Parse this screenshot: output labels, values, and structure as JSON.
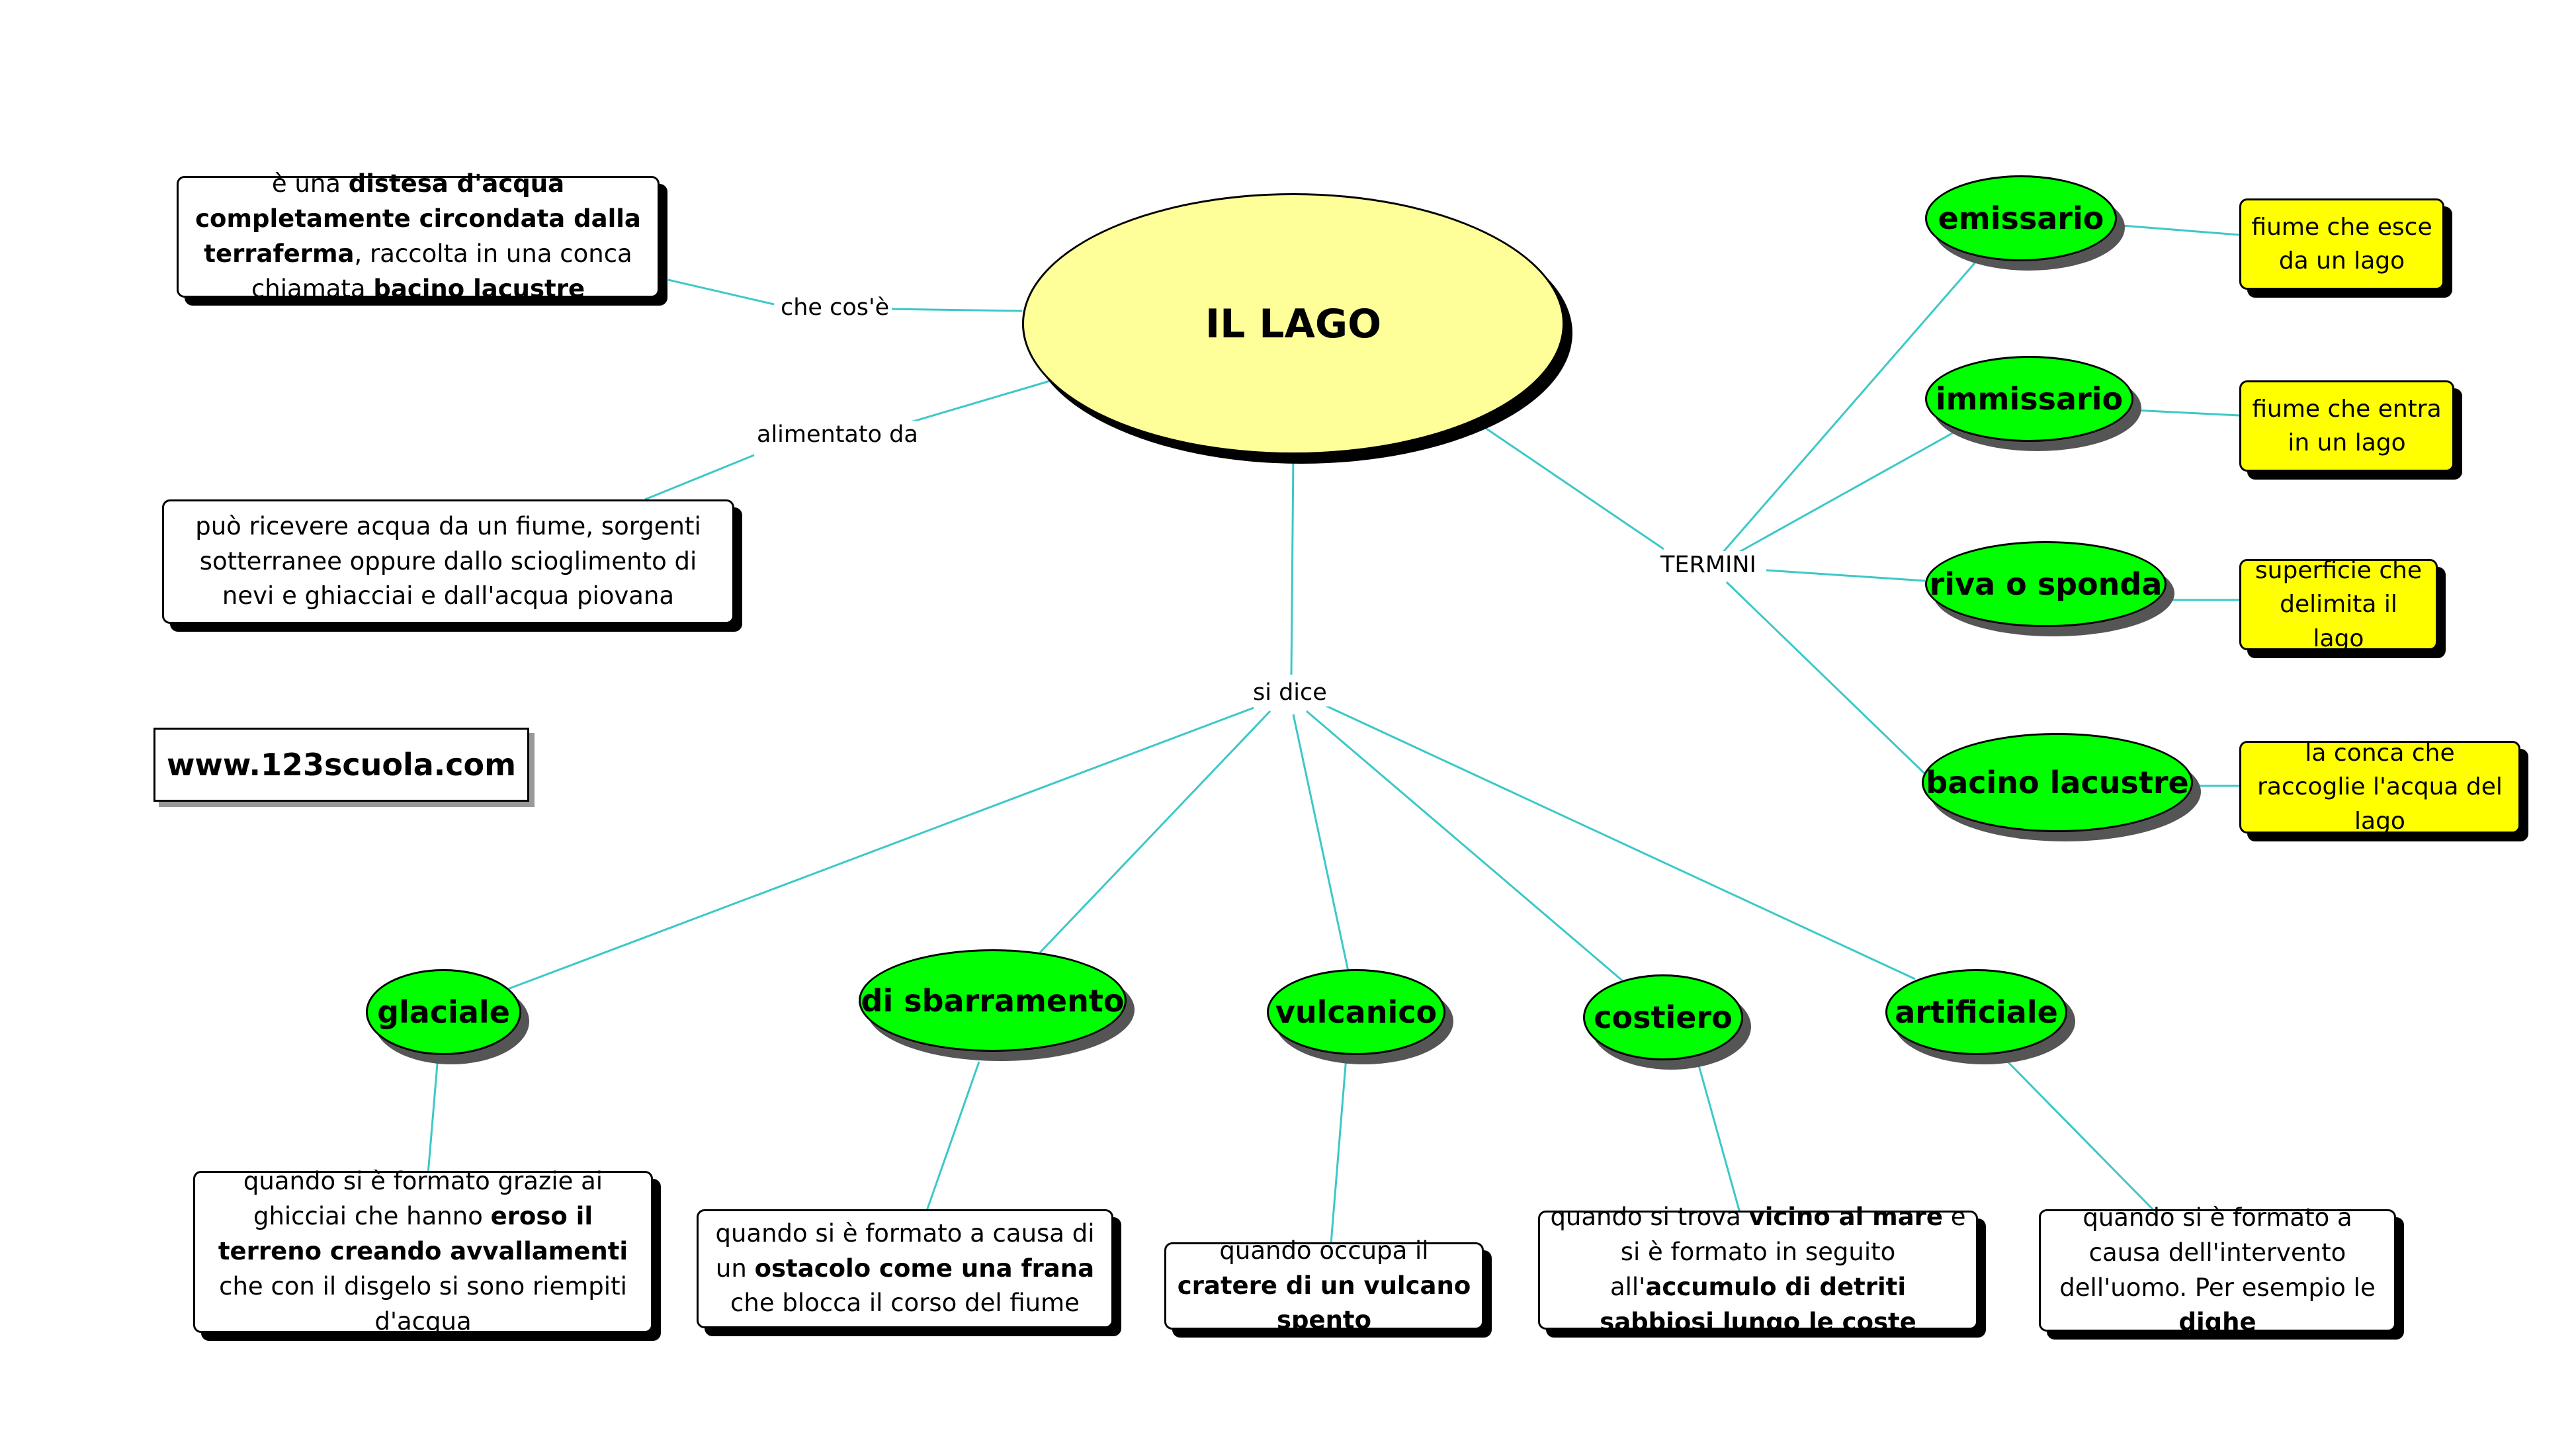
{
  "center": {
    "title": "IL LAGO"
  },
  "site": {
    "url": "www.123scuola.com"
  },
  "links": {
    "che_cose": "che cos'è",
    "alimentato": "alimentato  da",
    "si_dice": "si dice",
    "termini": "TERMINI"
  },
  "definition": {
    "t1": "è una ",
    "b1": "distesa d'acqua completamente circondata dalla terraferma",
    "t2": ", raccolta in una conca chiamata ",
    "b2": "bacino lacustre"
  },
  "feed": {
    "text": "può ricevere acqua da un fiume, sorgenti sotterranee oppure dallo scioglimento di nevi e ghiacciai e dall'acqua piovana"
  },
  "terms": [
    {
      "name": "emissario",
      "definition": "fiume che esce da un lago"
    },
    {
      "name": "immissario",
      "definition": "fiume che entra in un lago"
    },
    {
      "name": "riva o sponda",
      "definition": "superficie che delimita il lago"
    },
    {
      "name": "bacino lacustre",
      "definition": "la conca che raccoglie l'acqua del lago"
    }
  ],
  "types": [
    {
      "name": "glaciale",
      "d1": "quando si è formato grazie ai ghicciai che hanno ",
      "b1": "eroso il terreno creando avvallamenti",
      "d2": " che con il disgelo si sono riempiti d'acqua",
      "b2": "",
      "d3": ""
    },
    {
      "name": "di sbarramento",
      "d1": "quando si è formato a causa di un ",
      "b1": "ostacolo come una frana",
      "d2": " che blocca il corso del fiume",
      "b2": "",
      "d3": ""
    },
    {
      "name": "vulcanico",
      "d1": "quando occupa il ",
      "b1": "cratere di un vulcano spento",
      "d2": "",
      "b2": "",
      "d3": ""
    },
    {
      "name": "costiero",
      "d1": "quando si trova ",
      "b1": "vicino al mare",
      "d2": " e si è formato in seguito all'",
      "b2": "accumulo di detriti sabbiosi lungo le coste",
      "d3": ""
    },
    {
      "name": "artificiale",
      "d1": "quando si è formato a causa dell'intervento dell'uomo. Per esempio le ",
      "b1": "dighe",
      "d2": "",
      "b2": "",
      "d3": ""
    }
  ],
  "colors": {
    "link": "#3cc8c8",
    "green": "#00ff00",
    "yellow": "#ffff00",
    "main": "#ffff99"
  }
}
